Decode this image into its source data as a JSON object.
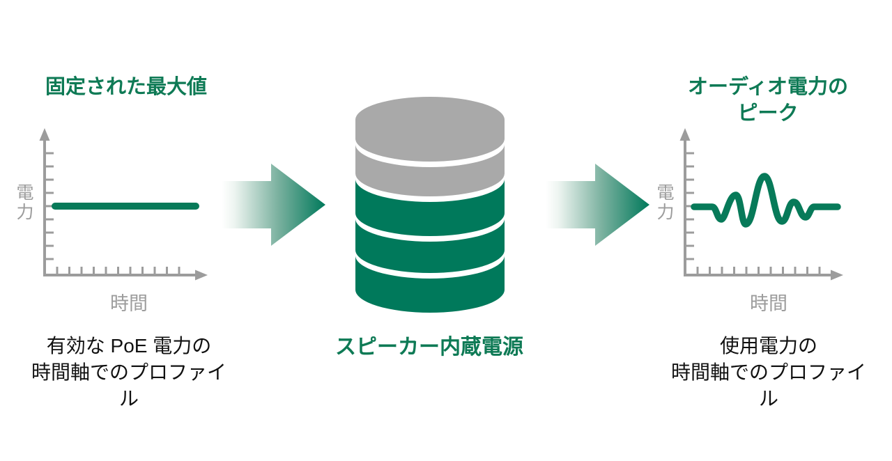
{
  "colors": {
    "green": "#00795b",
    "text_green": "#0e7a55",
    "cylinder_gray": "#a9a9a9",
    "axis_gray": "#9c9c9c",
    "text_black": "#111111",
    "background": "#ffffff"
  },
  "left_graph": {
    "title": "固定された最大値",
    "y_axis_label": "電力",
    "x_axis_label": "時間",
    "caption": "有効な PoE 電力の\n時間軸でのプロファイル",
    "curve": "constant-flat-power-line"
  },
  "flow": {
    "arrow1_icon": "gradient-right-arrow",
    "supply_icon": "stacked-disks-cylinder",
    "supply_caption": "スピーカー内蔵電源",
    "arrow2_icon": "gradient-right-arrow"
  },
  "right_graph": {
    "title": "オーディオ電力の\nピーク",
    "y_axis_label": "電力",
    "x_axis_label": "時間",
    "caption": "使用電力の\n時間軸でのプロファイル",
    "curve": "audio-power-peak-waveform"
  }
}
